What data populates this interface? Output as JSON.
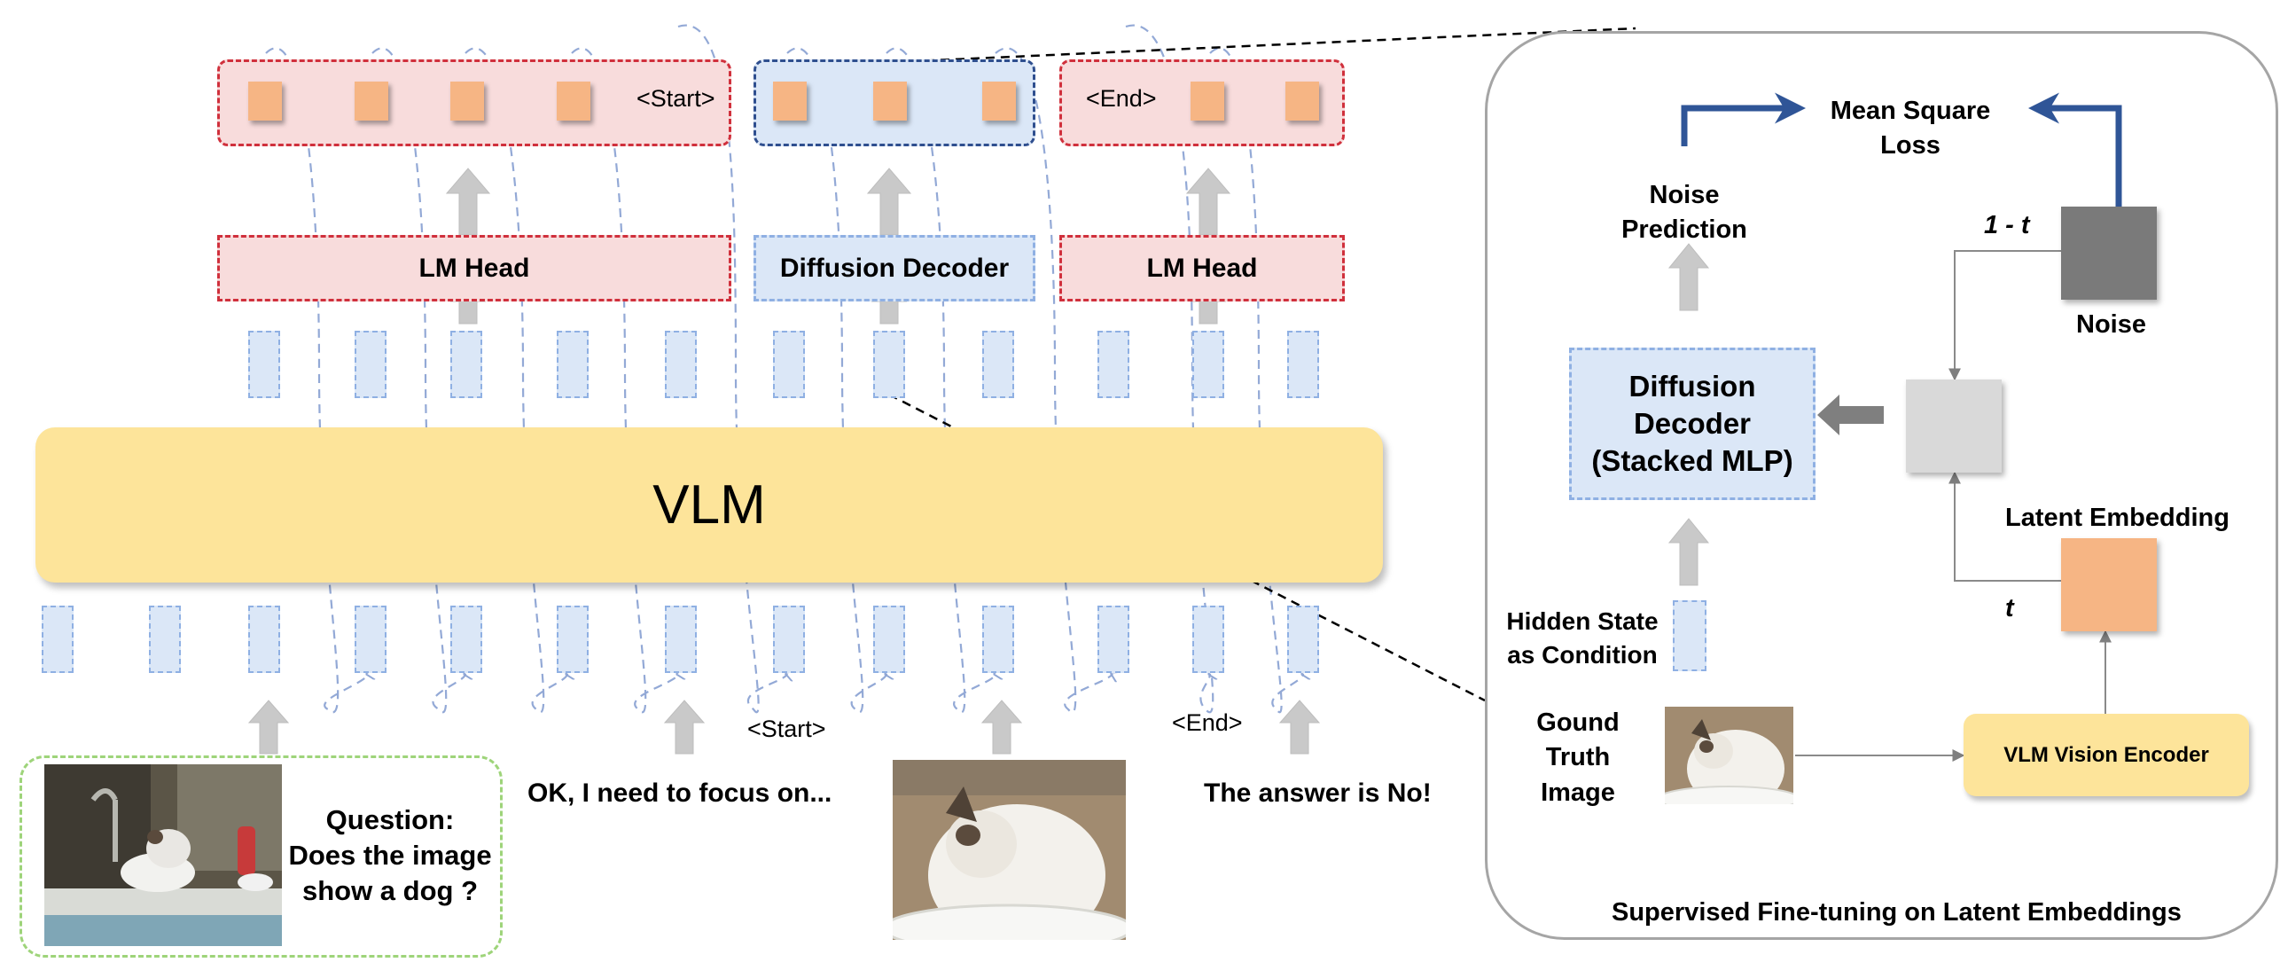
{
  "left": {
    "vlm_label": "VLM",
    "lm_head_left": "LM Head",
    "lm_head_right": "LM Head",
    "diffusion_decoder": "Diffusion Decoder",
    "start_tag_top": "<Start>",
    "end_tag_top": "<End>",
    "start_tag_bottom": "<Start>",
    "end_tag_bottom": "<End>",
    "question": "Question:\nDoes the image\nshow a dog ?",
    "reasoning_text": "OK, I need to focus on...",
    "answer_text": "The answer is No!"
  },
  "right": {
    "mean_square_loss": "Mean Square\nLoss",
    "noise_prediction": "Noise\nPrediction",
    "one_minus_t": "1 - t",
    "t_label": "t",
    "noise_label": "Noise",
    "diffusion_decoder_title": "Diffusion\nDecoder\n(Stacked MLP)",
    "latent_embedding": "Latent Embedding",
    "hidden_state": "Hidden State\nas Condition",
    "ground_truth": "Gound\nTruth\nImage",
    "vision_encoder": "VLM Vision Encoder",
    "caption": "Supervised Fine-tuning on Latent Embeddings"
  },
  "colors": {
    "vlm_yellow": "#fde49a",
    "pink_fill": "#f8dcdc",
    "red_dash": "#d0303c",
    "blue_fill": "#dbe7f7",
    "blue_dash": "#8fb0e3",
    "navy_dash": "#2f4f8f",
    "latent_orange": "#f6b584",
    "noise_gray": "#7a7a7a",
    "arrow_blue": "#2f5597",
    "green_dash": "#9ed47a"
  }
}
